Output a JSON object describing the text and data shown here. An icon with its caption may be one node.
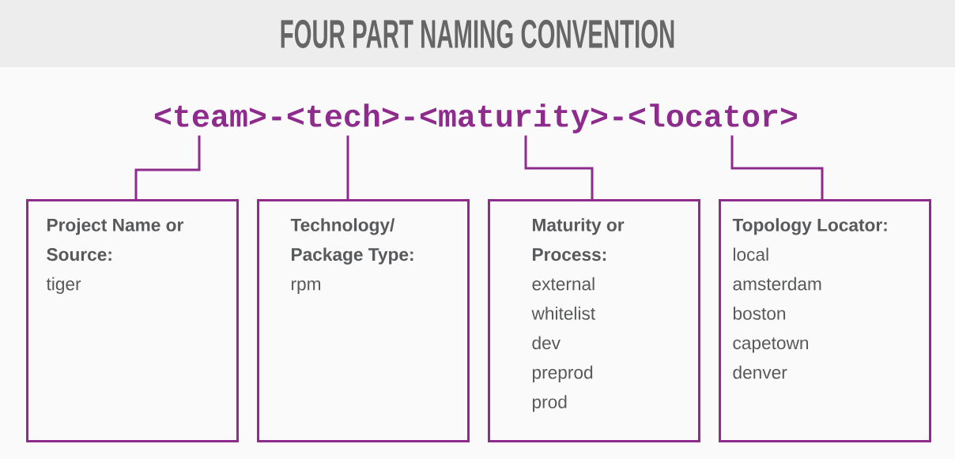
{
  "diagram": {
    "title": "FOUR PART NAMING CONVENTION",
    "nodes": [
      {
        "text": [
          "<team>-<tech>-<maturity>-<locator>"
        ]
      },
      {
        "text": [
          "Project Name or Source:",
          "tiger"
        ]
      },
      {
        "text": [
          "Technology/ Package Type:",
          "rpm"
        ]
      },
      {
        "text": [
          "Maturity or Process:",
          "external",
          "whitelist",
          "dev",
          "preprod",
          "prod"
        ]
      },
      {
        "text": [
          "Topology Locator:",
          "local",
          "amsterdam",
          "boston",
          "capetown",
          "denver"
        ]
      }
    ],
    "edges": [
      {
        "from": 0,
        "to": 1,
        "arrow": "none"
      },
      {
        "from": 0,
        "to": 2,
        "arrow": "none"
      },
      {
        "from": 0,
        "to": 3,
        "arrow": "none"
      },
      {
        "from": 0,
        "to": 4,
        "arrow": "none"
      }
    ]
  }
}
